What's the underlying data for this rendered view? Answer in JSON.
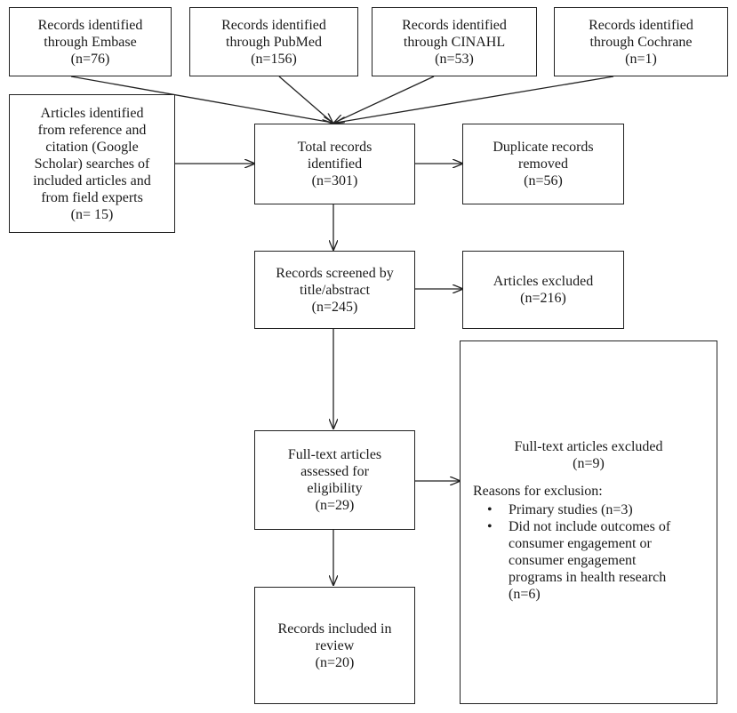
{
  "sources": [
    {
      "line1": "Records identified",
      "line2": "through Embase",
      "count": "(n=76)"
    },
    {
      "line1": "Records identified",
      "line2": "through PubMed",
      "count": "(n=156)"
    },
    {
      "line1": "Records identified",
      "line2": "through CINAHL",
      "count": "(n=53)"
    },
    {
      "line1": "Records identified",
      "line2": "through Cochrane",
      "count": "(n=1)"
    }
  ],
  "other_source": {
    "lines": [
      "Articles identified",
      "from reference and",
      "citation (Google",
      "Scholar) searches of",
      "included articles and",
      "from field experts"
    ],
    "count": "(n= 15)"
  },
  "total": {
    "line1": "Total records",
    "line2": "identified",
    "count": "(n=301)"
  },
  "duplicates": {
    "line1": "Duplicate records",
    "line2": "removed",
    "count": "(n=56)"
  },
  "screened": {
    "line1": "Records screened by",
    "line2": "title/abstract",
    "count": "(n=245)"
  },
  "excluded": {
    "line1": "Articles excluded",
    "count": "(n=216)"
  },
  "fulltext": {
    "line1": "Full-text articles",
    "line2": "assessed for",
    "line3": "eligibility",
    "count": "(n=29)"
  },
  "fulltext_excluded": {
    "title": "Full-text articles excluded",
    "count": "(n=9)",
    "reasons_label": "Reasons for exclusion:",
    "reasons": [
      "Primary studies (n=3)",
      "Did not include outcomes of",
      "consumer engagement or",
      "consumer engagement",
      "programs in health research",
      "(n=6)"
    ]
  },
  "included": {
    "line1": "Records included in",
    "line2": "review",
    "count": "(n=20)"
  }
}
